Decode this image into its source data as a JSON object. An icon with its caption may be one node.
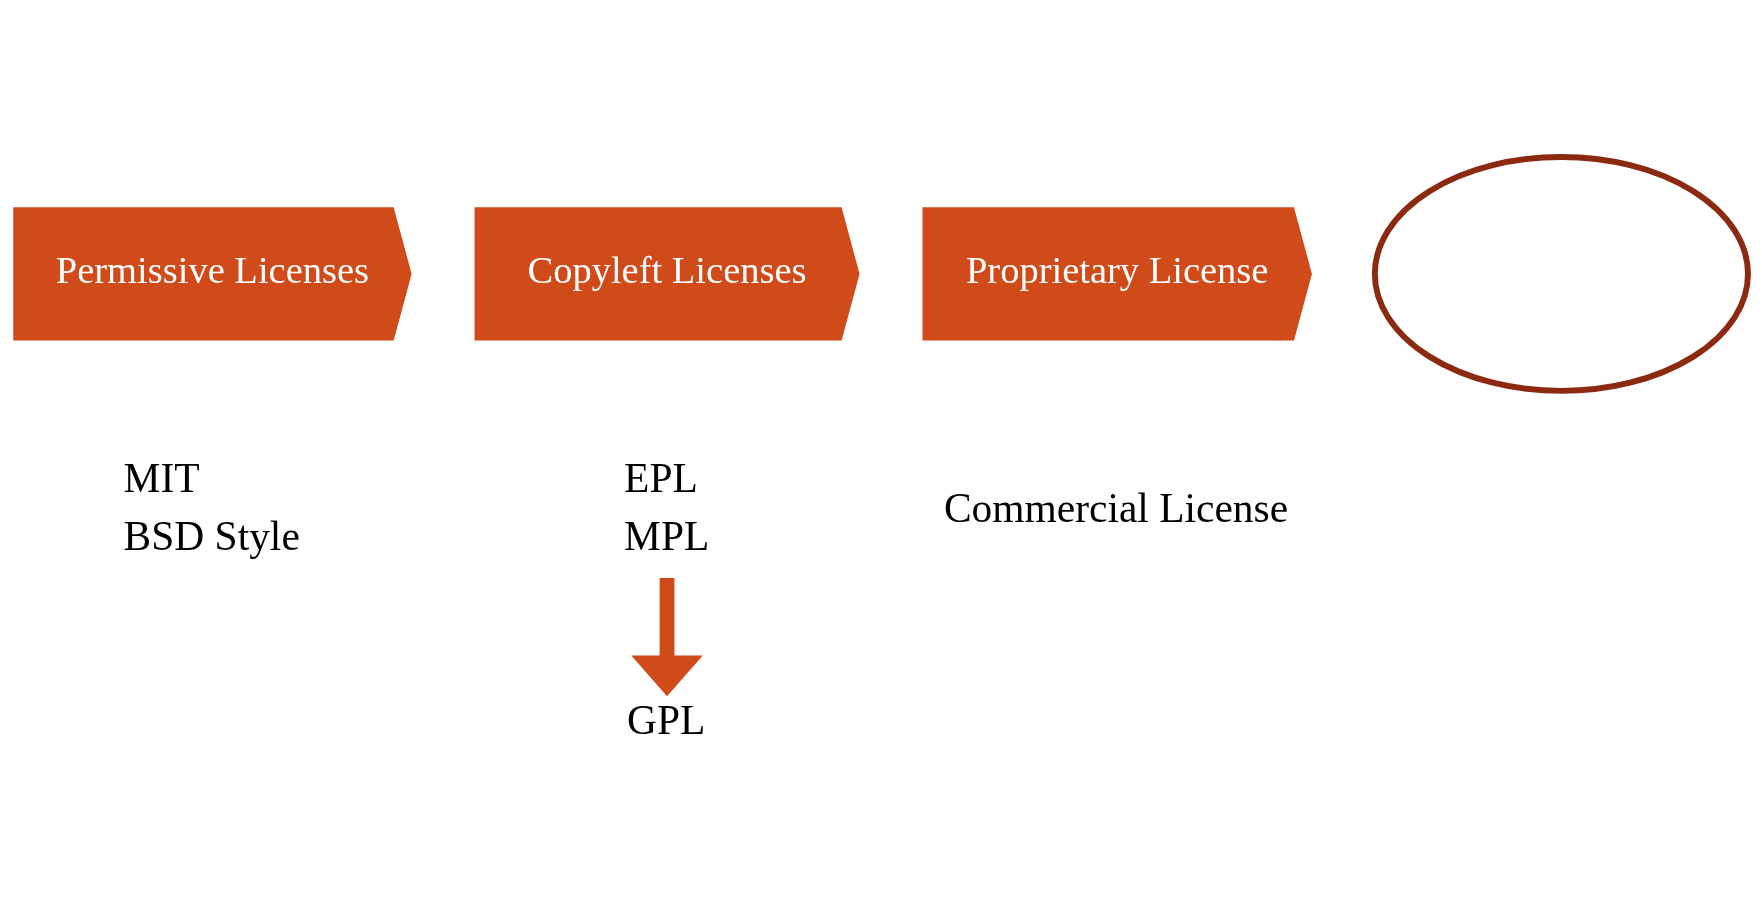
{
  "diagram": {
    "nodes": [
      {
        "text": [
          "Permissive Licenses"
        ]
      },
      {
        "text": [
          "Copyleft Licenses"
        ]
      },
      {
        "text": [
          "Proprietary License"
        ]
      },
      {
        "text": [
          "MIT",
          "BSD Style"
        ]
      },
      {
        "text": [
          "EPL",
          "MPL"
        ]
      },
      {
        "text": [
          "GPL"
        ]
      },
      {
        "text": [
          "Commercial License"
        ]
      },
      {
        "text": [],
        "shape": "ellipse"
      }
    ],
    "edges": [
      {
        "from": 4,
        "to": 5,
        "arrow": "to"
      }
    ]
  }
}
